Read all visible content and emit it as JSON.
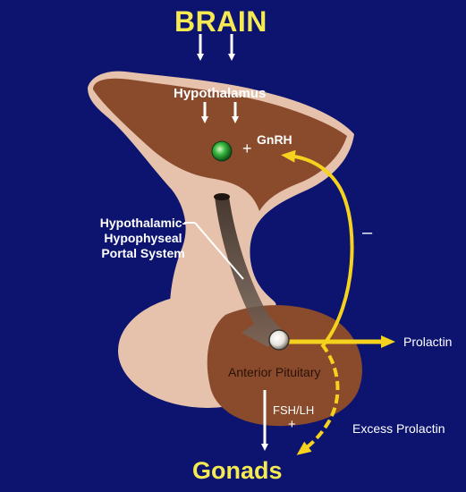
{
  "labels": {
    "brain": "BRAIN",
    "hypothalamus": "Hypothalamus",
    "gnrh": "GnRH",
    "plus_top": "+",
    "minus": "–",
    "portal_system": "Hypothalamic-Hypophyseal Portal System",
    "prolactin": "Prolactin",
    "anterior_pituitary": "Anterior Pituitary",
    "fsh_lh": "FSH/LH",
    "plus_bottom": "+",
    "excess_prolactin": "Excess Prolactin",
    "gonads": "Gonads"
  },
  "colors": {
    "background": "#0c1470",
    "tissue_dark": "#8a4a2c",
    "tissue_light": "#e6c2ac",
    "arrow_yellow": "#f5d21e",
    "title_yellow": "#f5ea52",
    "neuron_green": "#2fae3a",
    "arrow_white": "#ffffff"
  },
  "icons": {
    "gnrh_cell": "green-neuron-icon",
    "pituitary_cell": "white-cell-icon"
  }
}
